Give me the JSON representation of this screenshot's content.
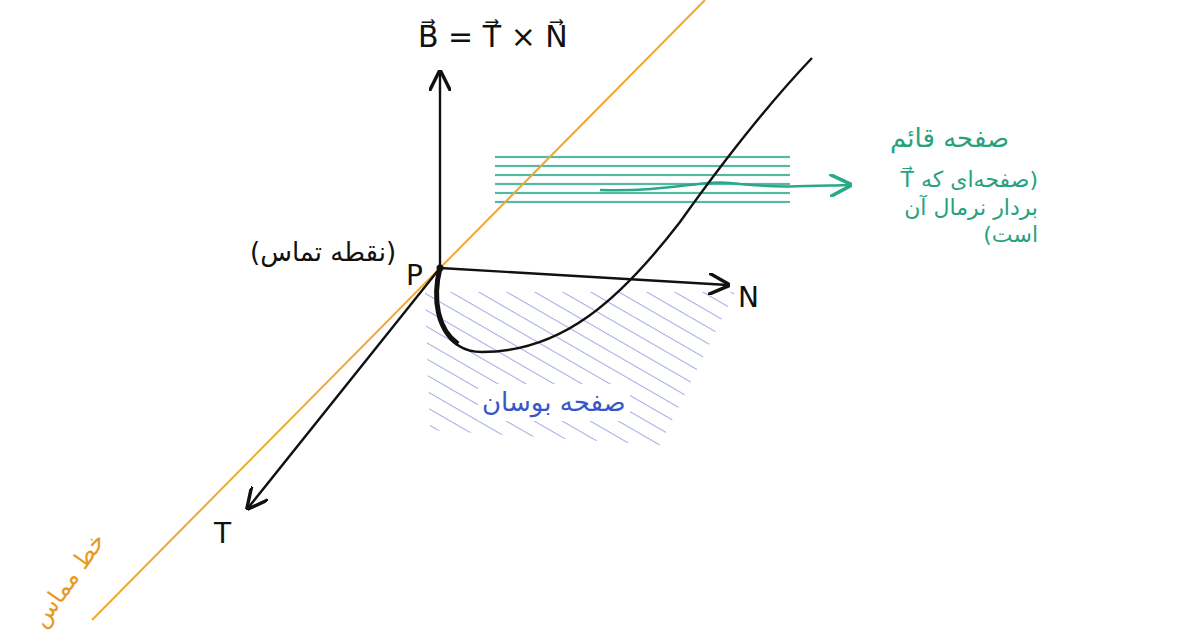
{
  "diagram": {
    "labels": [
      "B⃗ = T⃗ × N⃗",
      "(نقطه تماس)",
      "P",
      "N",
      "T",
      "صفحه قائم",
      "(صفحه‌ای که T⃗ بردار نرمال آن است)",
      "صفحه بوسان",
      "خط مماس"
    ]
  }
}
